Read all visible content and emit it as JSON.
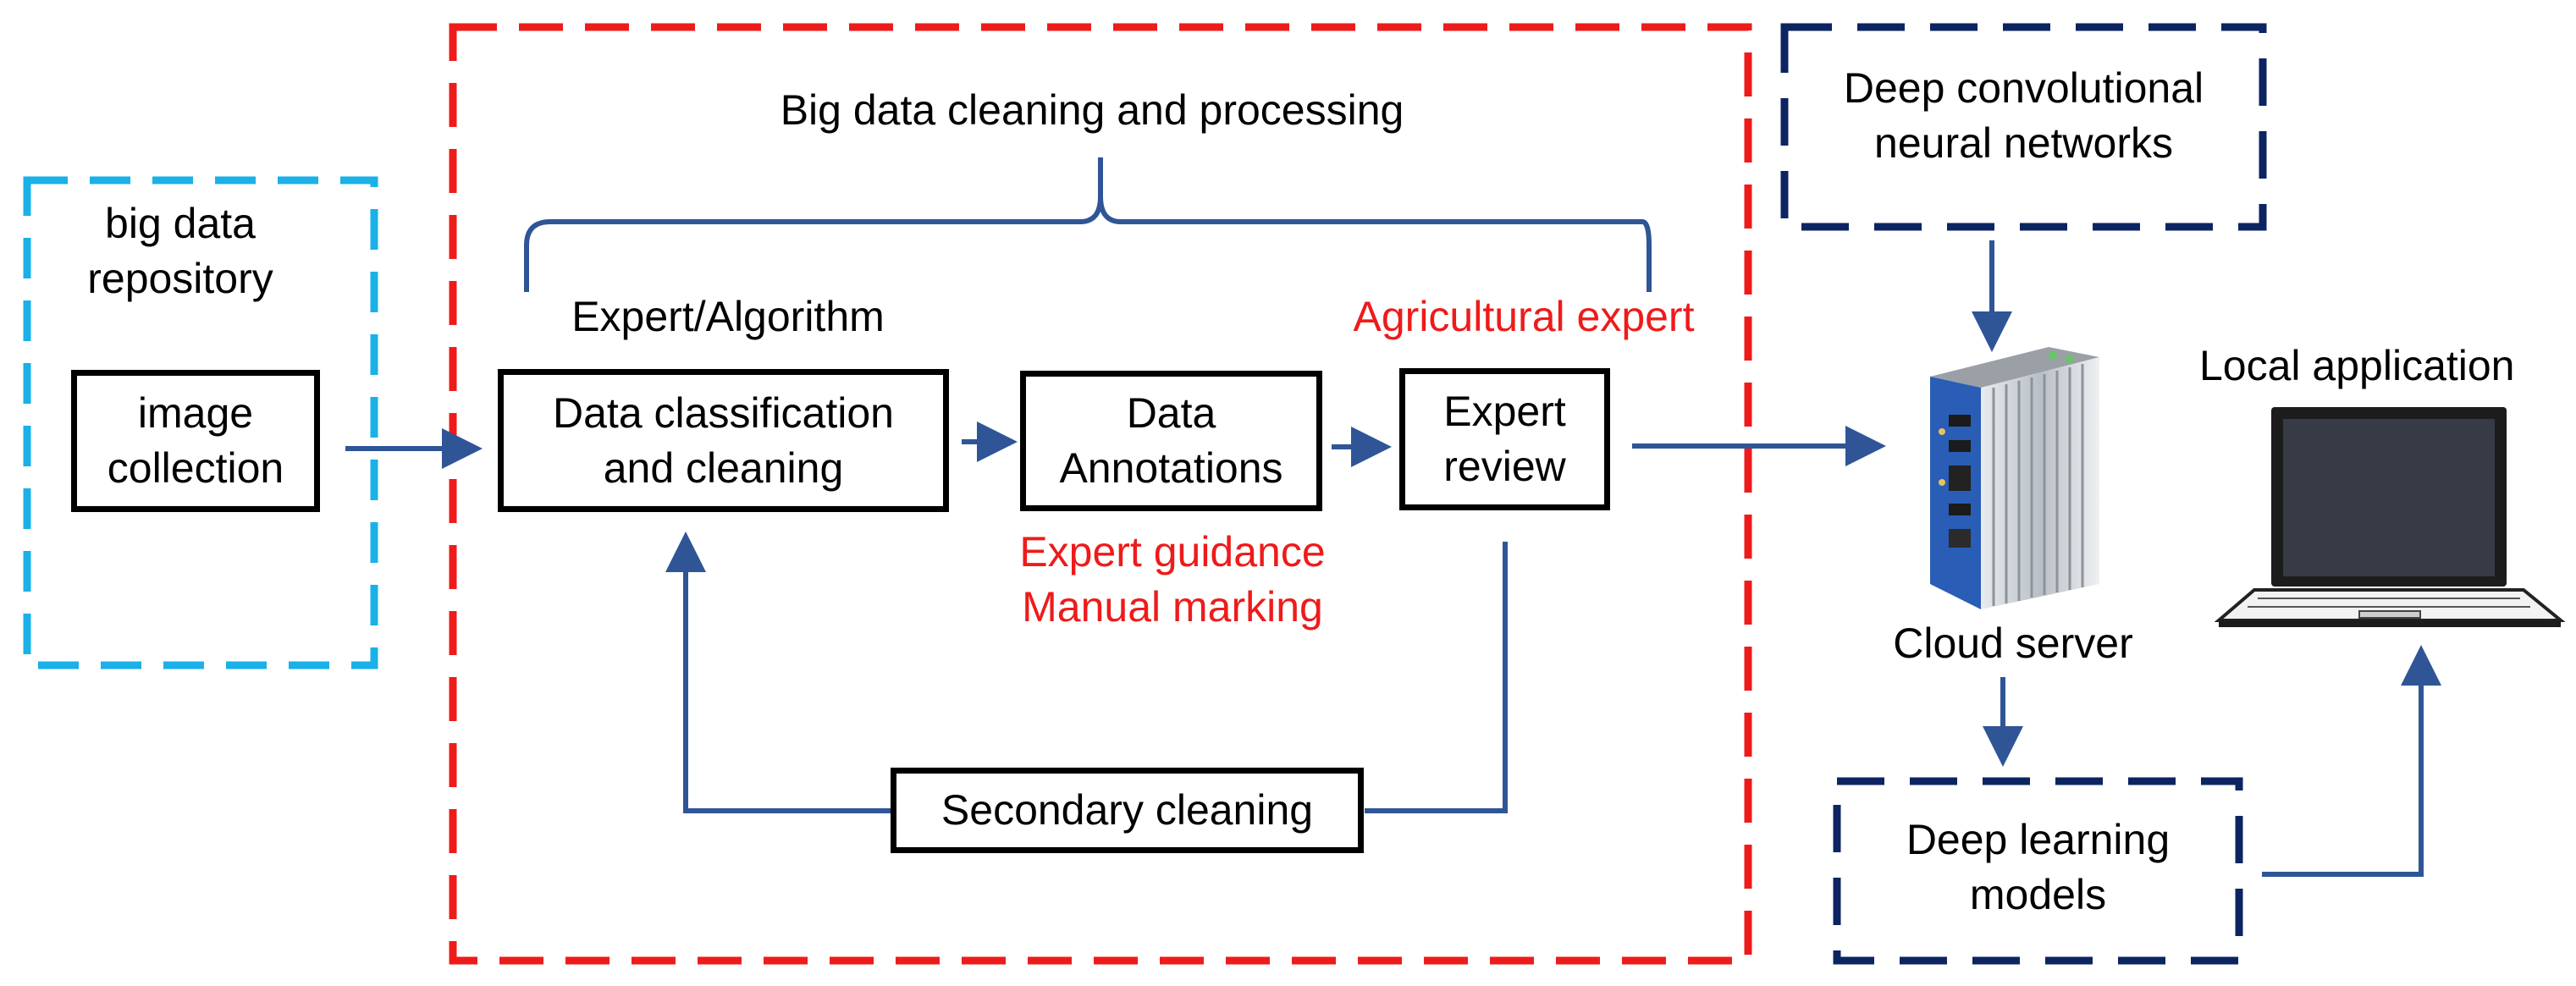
{
  "repository": {
    "title": "big data\nrepository",
    "image_collection": "image\ncollection"
  },
  "processing": {
    "title": "Big data cleaning and processing",
    "expert_algorithm": "Expert/Algorithm",
    "agricultural_expert": "Agricultural expert",
    "classification": "Data classification\nand cleaning",
    "annotations": "Data\nAnnotations",
    "review": "Expert\nreview",
    "guidance": "Expert guidance\nManual marking",
    "secondary": "Secondary cleaning"
  },
  "deployment": {
    "dcnn": "Deep convolutional\nneural networks",
    "cloud_server": "Cloud server",
    "dl_models": "Deep learning\nmodels",
    "local_app": "Local application"
  },
  "colors": {
    "repository_border": "#1ab0e8",
    "processing_border": "#ee1b1b",
    "model_border": "#0c2461",
    "arrow": "#2f5597",
    "highlight_text": "#ee1b1b"
  }
}
